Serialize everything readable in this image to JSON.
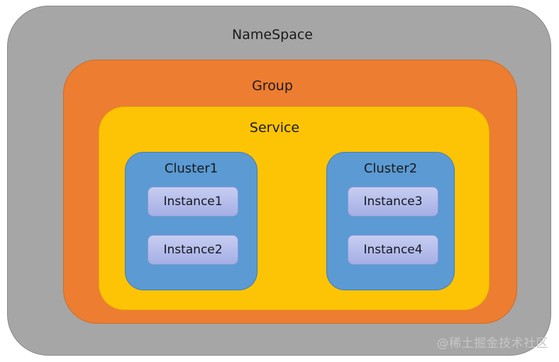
{
  "diagram": {
    "namespace_label": "NameSpace",
    "group_label": "Group",
    "service_label": "Service",
    "clusters": [
      {
        "label": "Cluster1",
        "instances": [
          "Instance1",
          "Instance2"
        ]
      },
      {
        "label": "Cluster2",
        "instances": [
          "Instance3",
          "Instance4"
        ]
      }
    ]
  },
  "watermark": "@稀土掘金技术社区",
  "colors": {
    "namespace_fill": "#a6a6a6",
    "group_fill": "#ed7d31",
    "service_fill": "#fcc405",
    "cluster_fill": "#5b9ad3",
    "instance_fill_top": "#c7cdf1",
    "instance_fill_bottom": "#a4afe4",
    "instance_border": "#8c98d8",
    "label_text": "#1a1a1a",
    "watermark_color": "#c6c6c6"
  }
}
